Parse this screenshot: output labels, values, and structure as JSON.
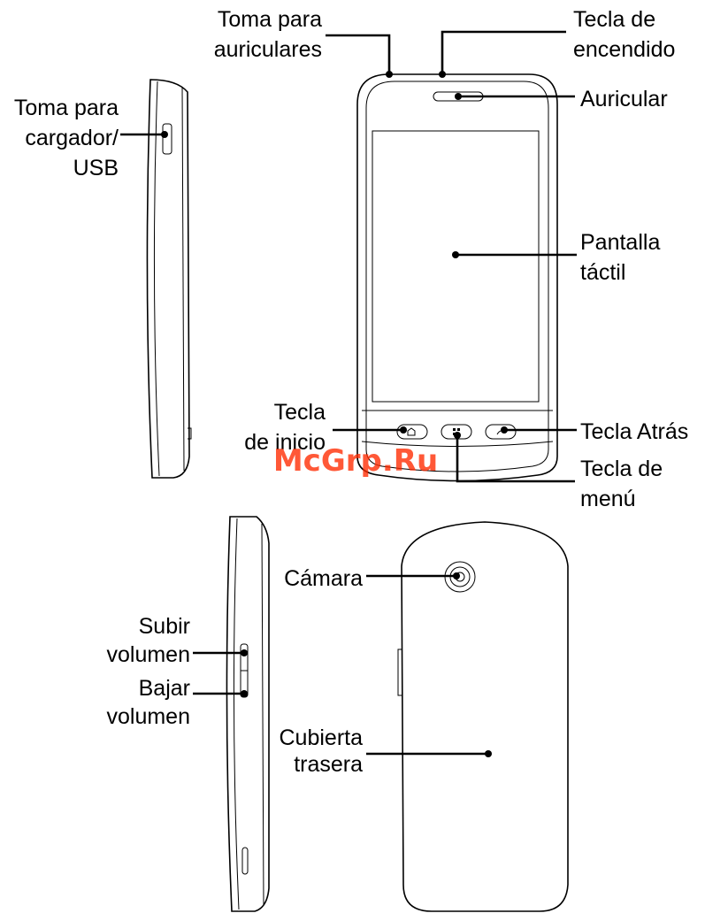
{
  "labels": {
    "toma_auriculares": [
      "Toma para",
      "auriculares"
    ],
    "tecla_encendido": [
      "Tecla de",
      "encendido"
    ],
    "auricular": [
      "Auricular"
    ],
    "toma_cargador": [
      "Toma para",
      "cargador/",
      "USB"
    ],
    "pantalla_tactil": [
      "Pantalla",
      "táctil"
    ],
    "tecla_inicio": [
      "Tecla",
      "de inicio"
    ],
    "tecla_atras": [
      "Tecla Atrás"
    ],
    "tecla_menu": [
      "Tecla de",
      "menú"
    ],
    "camara": [
      "Cámara"
    ],
    "subir_volumen": [
      "Subir",
      "volumen"
    ],
    "bajar_volumen": [
      "Bajar",
      "volumen"
    ],
    "cubierta_trasera": [
      "Cubierta",
      "trasera"
    ]
  },
  "watermark": "McGrp.Ru",
  "icons": {
    "home": "home-icon",
    "menu": "menu-grid-icon",
    "back": "back-arrow-icon"
  }
}
